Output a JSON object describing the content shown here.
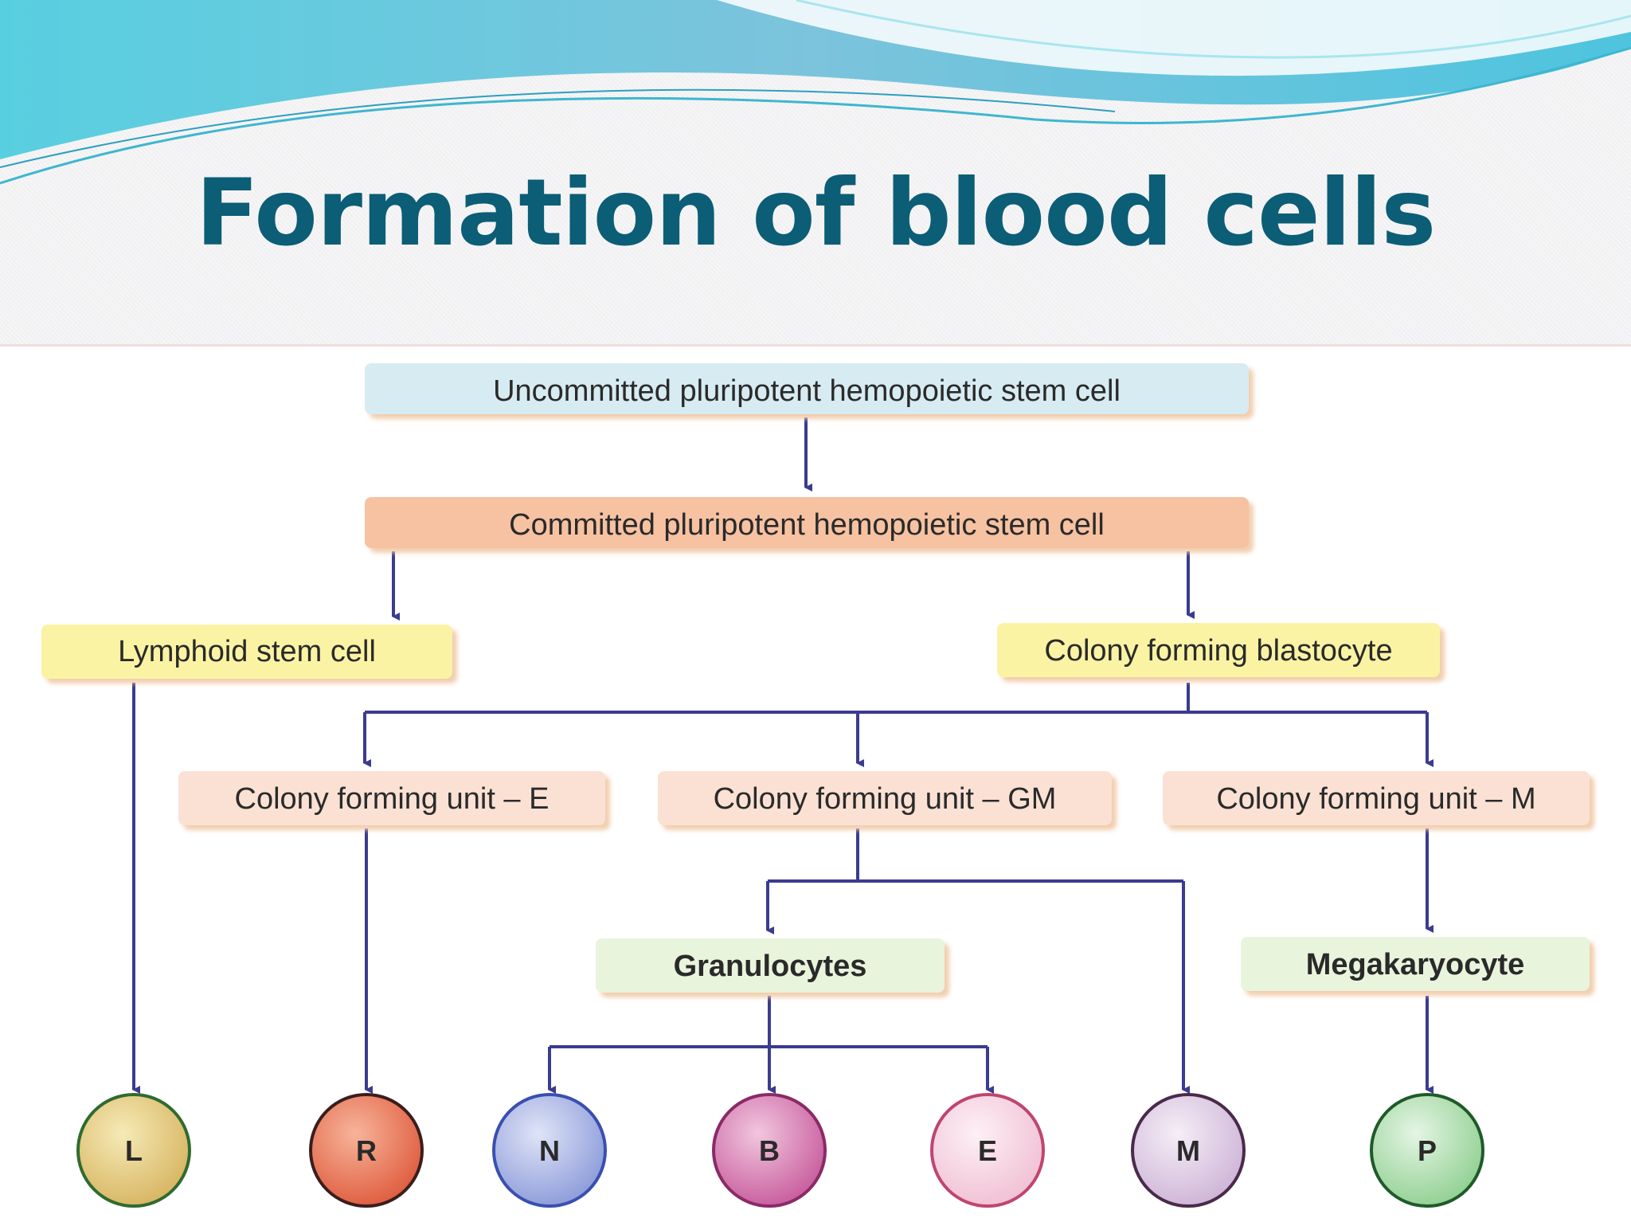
{
  "slide": {
    "title": "Formation of blood cells"
  },
  "diagram": {
    "colors": {
      "connector": "#3b3b8f",
      "title": "#0c5d76",
      "box_shadow": "#f0c9a6"
    },
    "nodes": {
      "uncommitted": "Uncommitted pluripotent hemopoietic stem cell",
      "committed": "Committed pluripotent hemopoietic stem cell",
      "lymphoid": "Lymphoid stem cell",
      "blastocyte": "Colony forming blastocyte",
      "cfu_e": "Colony forming unit – E",
      "cfu_gm": "Colony forming unit – GM",
      "cfu_m": "Colony forming unit – M",
      "granulocytes": "Granulocytes",
      "megakaryocyte": "Megakaryocyte"
    },
    "cells": {
      "L": "L",
      "R": "R",
      "N": "N",
      "B": "B",
      "E": "E",
      "M": "M",
      "P": "P"
    }
  }
}
